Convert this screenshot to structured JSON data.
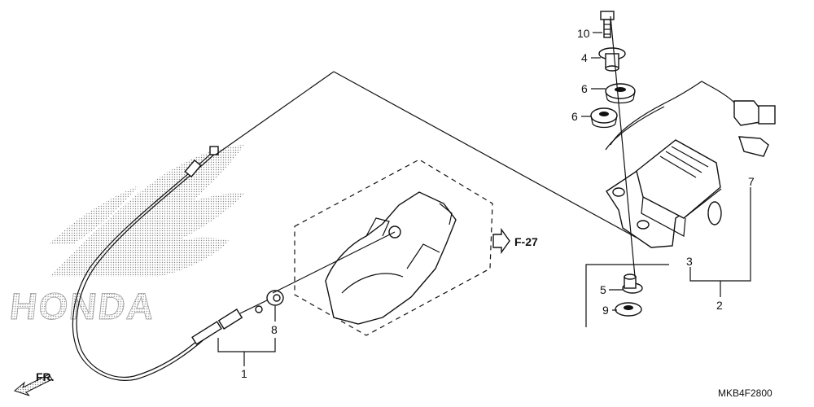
{
  "callouts": {
    "c1": "1",
    "c2": "2",
    "c3": "3",
    "c4": "4",
    "c5": "5",
    "c6a": "6",
    "c6b": "6",
    "c7": "7",
    "c8": "8",
    "c9": "9",
    "c10": "10"
  },
  "reference": "F-27",
  "watermark": "HONDA",
  "front_label": "FR.",
  "diagram_code": "MKB4F2800"
}
